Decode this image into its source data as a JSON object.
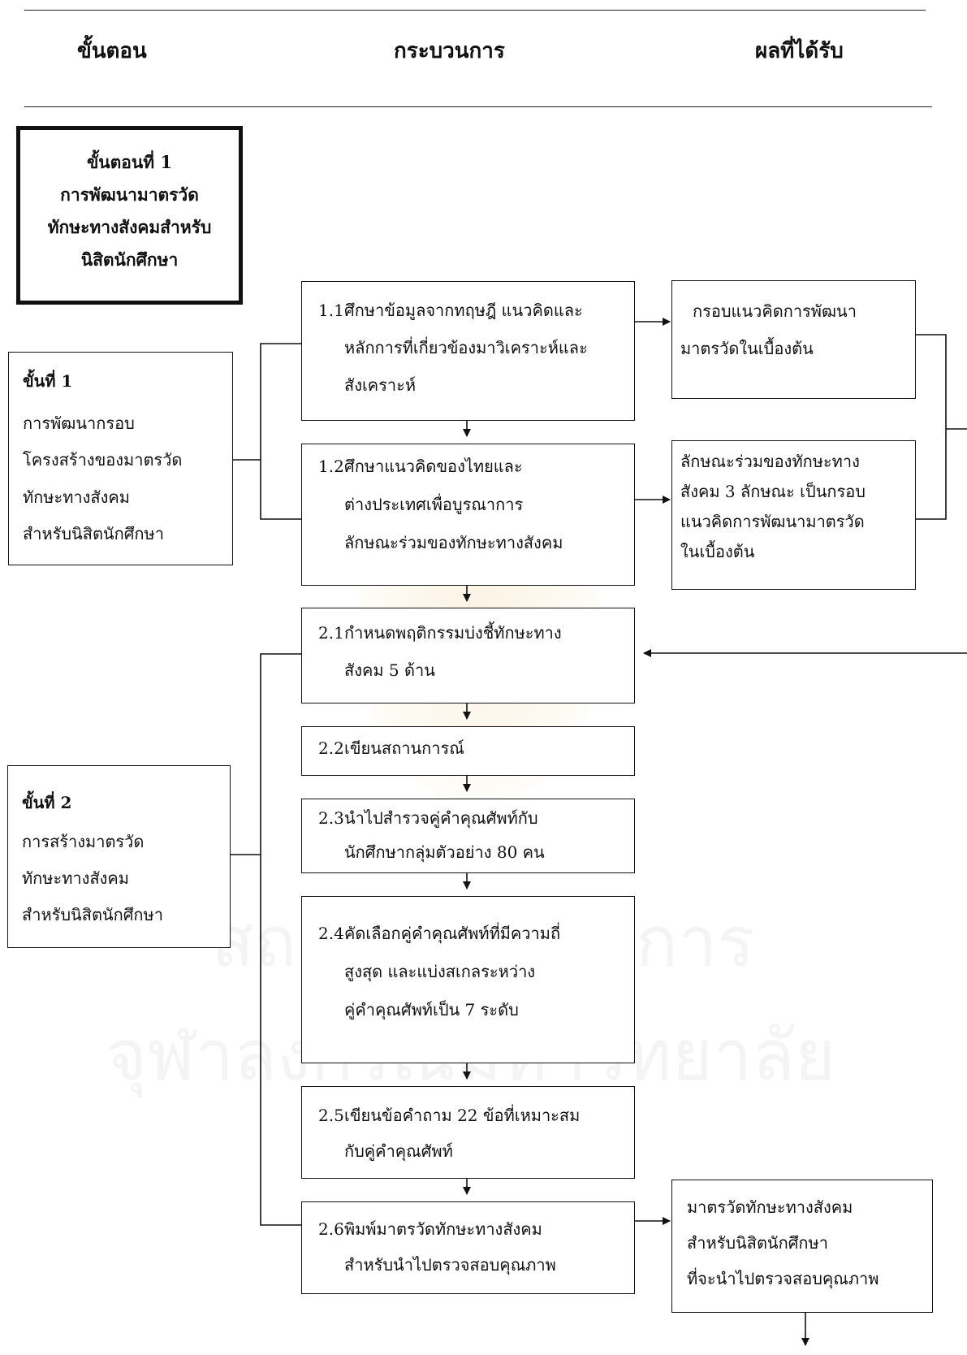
{
  "header": {
    "col_step": "ขั้นตอน",
    "col_process": "กระบวนการ",
    "col_result": "ผลที่ได้รับ"
  },
  "stage1": {
    "lines": [
      "ขั้นตอนที่ 1",
      "การพัฒนามาตรวัด",
      "ทักษะทางสังคมสำหรับ",
      "นิสิตนักศึกษา"
    ]
  },
  "phase1": {
    "title": "ขั้นที่ 1",
    "lines": [
      "การพัฒนากรอบ",
      "โครงสร้างของมาตรวัด",
      "ทักษะทางสังคม",
      "สำหรับนิสิตนักศึกษา"
    ]
  },
  "phase2": {
    "title": "ขั้นที่ 2",
    "lines": [
      "การสร้างมาตรวัด",
      "ทักษะทางสังคม",
      "สำหรับนิสิตนักศึกษา"
    ]
  },
  "steps": [
    {
      "num": "1.1",
      "lines": [
        "ศึกษาข้อมูลจากทฤษฎี แนวคิดและ",
        "หลักการที่เกี่ยวข้องมาวิเคราะห์และ",
        "สังเคราะห์"
      ]
    },
    {
      "num": "1.2",
      "lines": [
        "ศึกษาแนวคิดของไทยและ",
        "ต่างประเทศเพื่อบูรณาการ",
        "ลักษณะร่วมของทักษะทางสังคม"
      ]
    },
    {
      "num": "2.1",
      "lines": [
        "กำหนดพฤติกรรมบ่งชี้ทักษะทาง",
        "สังคม 5 ด้าน"
      ]
    },
    {
      "num": "2.2",
      "lines": [
        "เขียนสถานการณ์"
      ]
    },
    {
      "num": "2.3",
      "lines": [
        "นำไปสำรวจคู่คำคุณศัพท์กับ",
        "นักศึกษากลุ่มตัวอย่าง 80 คน"
      ]
    },
    {
      "num": "2.4",
      "lines": [
        "คัดเลือกคู่คำคุณศัพท์ที่มีความถี่",
        "สูงสุด และแบ่งสเกลระหว่าง",
        "คู่คำคุณศัพท์เป็น 7  ระดับ"
      ]
    },
    {
      "num": "2.5",
      "lines": [
        "เขียนข้อคำถาม 22 ข้อที่เหมาะสม",
        "กับคู่คำคุณศัพท์"
      ]
    },
    {
      "num": "2.6",
      "lines": [
        "พิมพ์มาตรวัดทักษะทางสังคม",
        "สำหรับนำไปตรวจสอบคุณภาพ"
      ]
    }
  ],
  "results": [
    {
      "lines": [
        "กรอบแนวคิดการพัฒนา",
        "มาตรวัดในเบื้องต้น"
      ]
    },
    {
      "lines": [
        "ลักษณะร่วมของทักษะทาง",
        "สังคม 3 ลักษณะ เป็นกรอบ",
        "แนวคิดการพัฒนามาตรวัด",
        "ในเบื้องต้น"
      ]
    },
    {
      "lines": [
        "มาตรวัดทักษะทางสังคม",
        "สำหรับนิสิตนักศึกษา",
        "ที่จะนำไปตรวจสอบคุณภาพ"
      ]
    }
  ],
  "watermark": {
    "line1": "สถาบันวิทยบริการ",
    "line2": "จุฬาลงกรณ์มหาวิทยาลัย"
  }
}
